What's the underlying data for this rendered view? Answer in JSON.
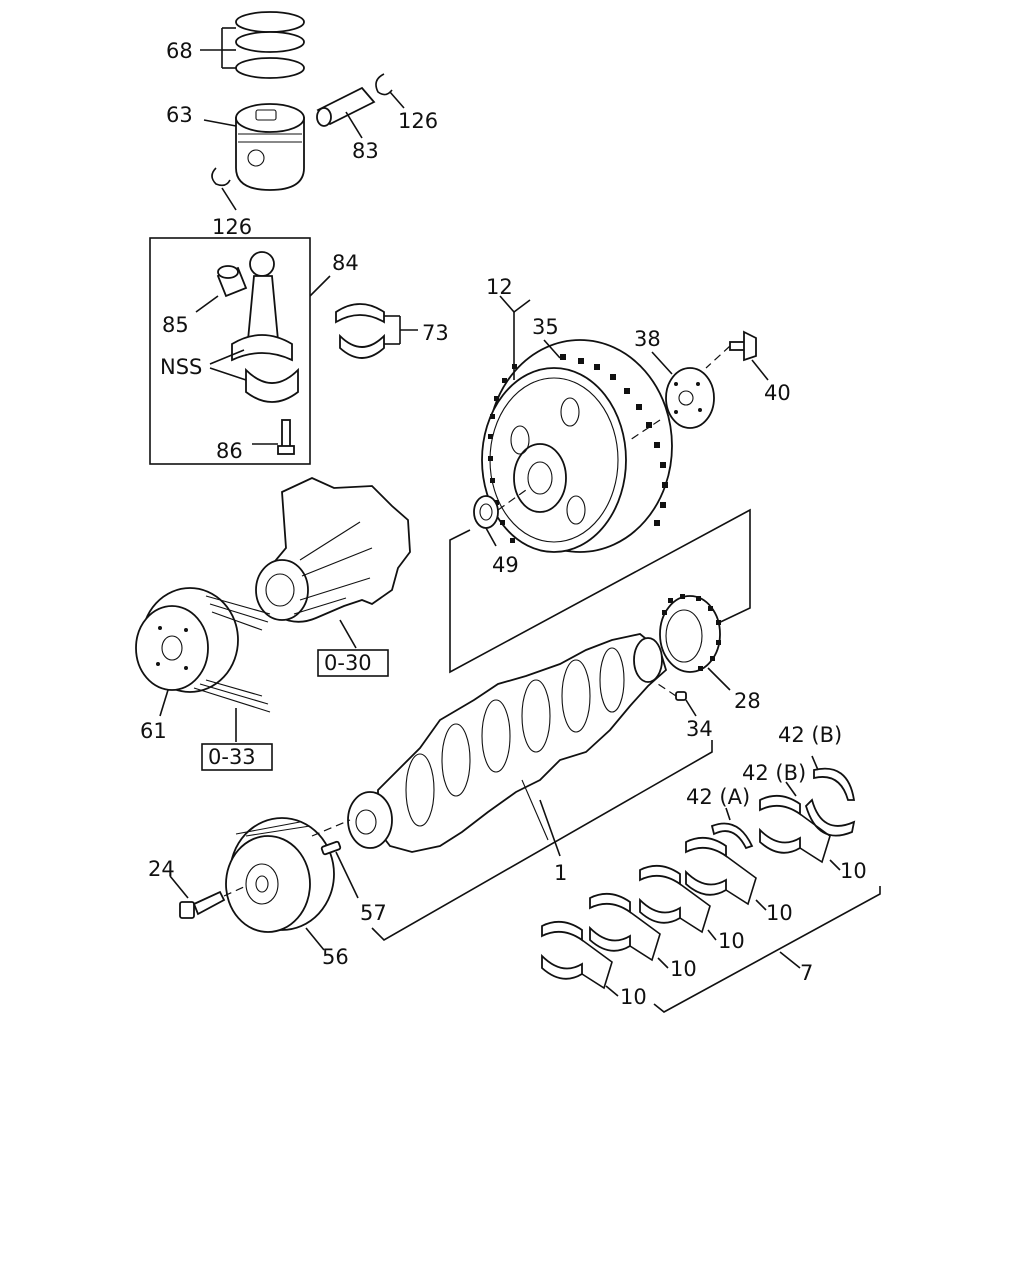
{
  "colors": {
    "line": "#111111",
    "background": "#ffffff"
  },
  "labels": {
    "piston_rings": "68",
    "piston": "63",
    "piston_pin": "83",
    "snap_ring_upper": "126",
    "snap_ring_lower": "126",
    "connecting_rod_assembly": "84",
    "bushing": "85",
    "nss": "NSS",
    "rod_bolt": "86",
    "rod_bearing": "73",
    "flywheel_assembly": "12",
    "ring_gear": "35",
    "flywheel_plate": "38",
    "flywheel_bolt": "40",
    "pilot_bearing": "49",
    "timing_gear": "28",
    "key": "34",
    "crankshaft": "1",
    "pulley": "61",
    "crank_pulley": "56",
    "pulley_bolt": "24",
    "dowel_pin": "57",
    "bearing_set": "7",
    "thrust_a": "42 (A)",
    "thrust_b_1": "42 (B)",
    "thrust_b_2": "42 (B)",
    "main_bearing_1": "10",
    "main_bearing_2": "10",
    "main_bearing_3": "10",
    "main_bearing_4": "10",
    "main_bearing_5": "10",
    "ref_water_pump": "0-30",
    "ref_belt": "0-33"
  }
}
